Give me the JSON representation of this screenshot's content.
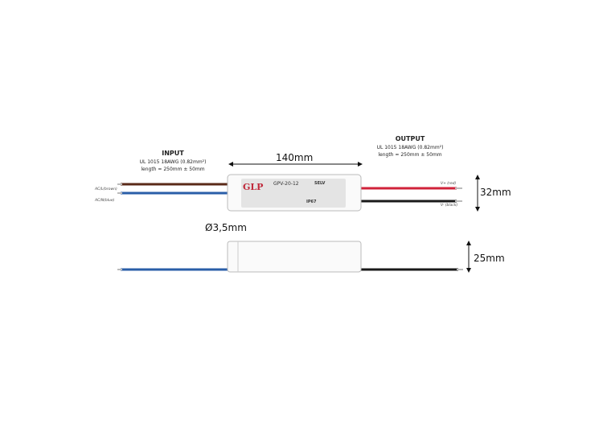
{
  "input": {
    "title": "INPUT",
    "spec": "UL 1015 18AWG (0.82mm²)",
    "length": "length = 250mm ± 50mm",
    "wires": [
      "AC/L(brown)",
      "AC/N(blue)"
    ]
  },
  "output": {
    "title": "OUTPUT",
    "spec": "UL 1015 18AWG (0.82mm²)",
    "length": "length = 250mm ± 50mm",
    "wires": [
      "V+ (red)",
      "V- (black)"
    ]
  },
  "dimensions": {
    "length": "140mm",
    "width": "32mm",
    "height": "25mm",
    "cable_diameter": "Ø3,5mm"
  },
  "device": {
    "brand": "GLP",
    "model": "GPV-20-12",
    "selv": "SELV",
    "ip": "IP67"
  },
  "colors": {
    "brown": "#5a2a18",
    "blue": "#2a5ea8",
    "red": "#d0223a",
    "black": "#1a1a1a"
  }
}
